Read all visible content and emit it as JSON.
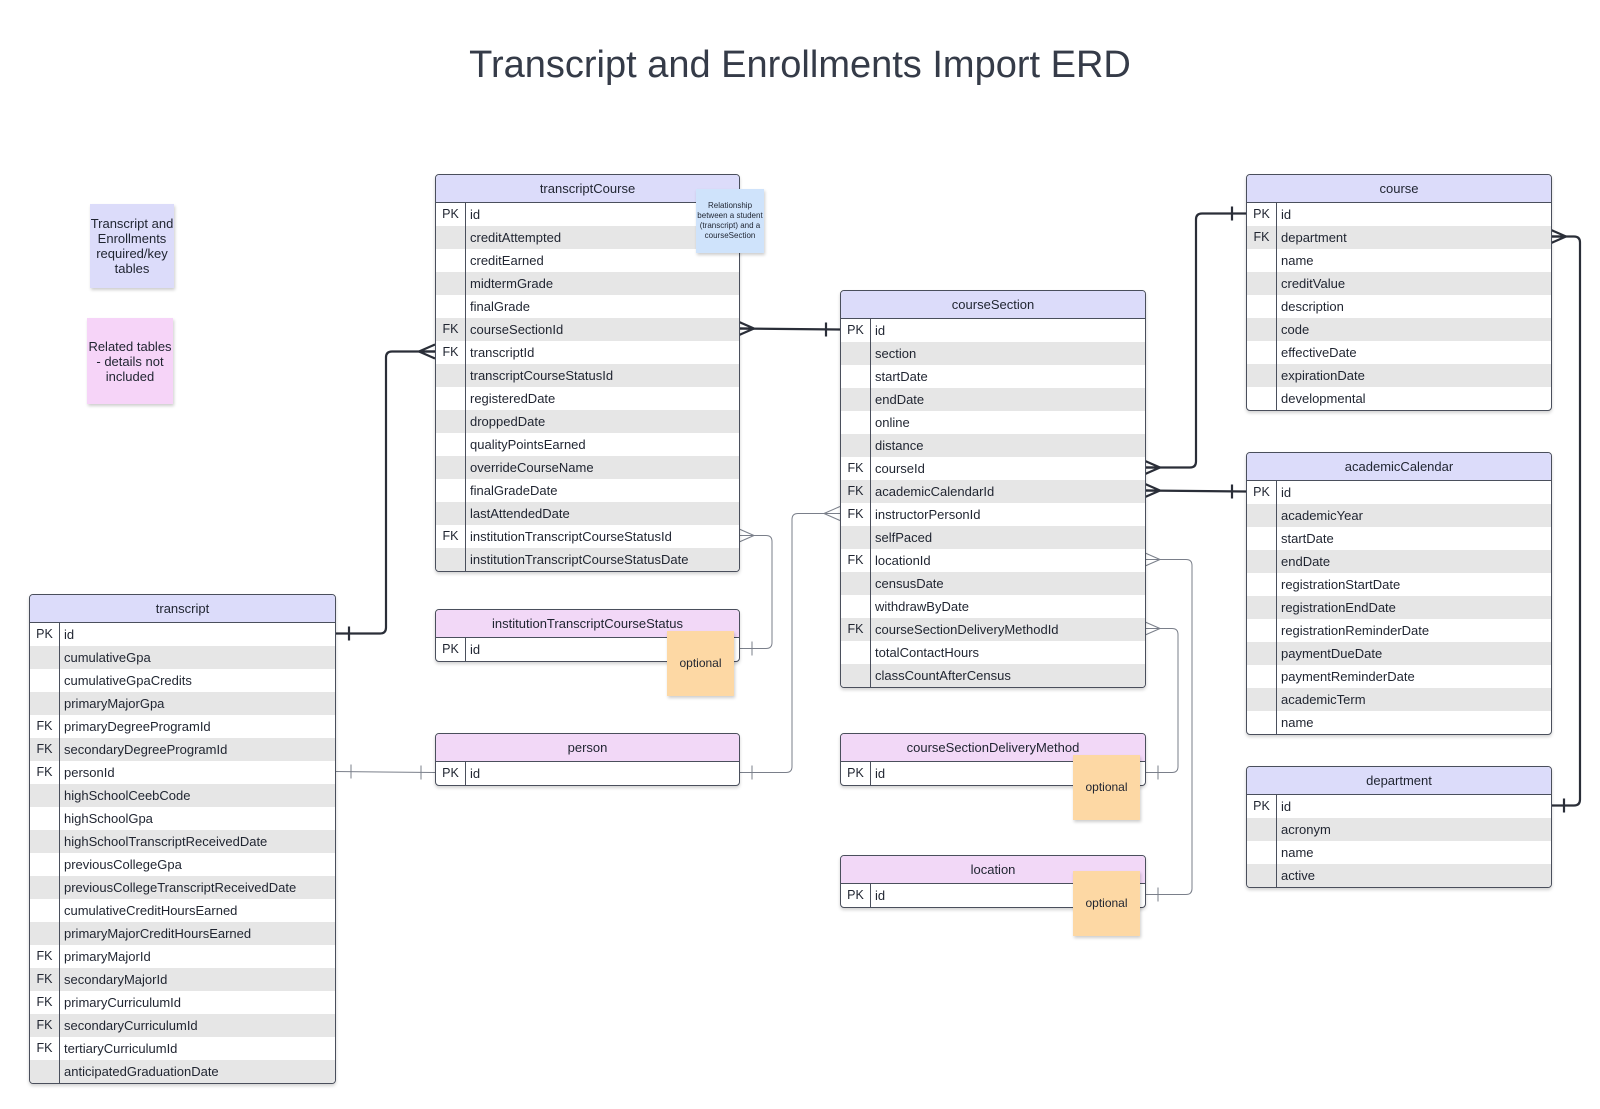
{
  "title": "Transcript and Enrollments Import ERD",
  "colors": {
    "key_header": "#dcdcfa",
    "related_header": "#f2d8f7",
    "optional_note": "#fdd8a4",
    "line": "#2a2e38"
  },
  "legend": {
    "key": "Transcript and Enrollments required/key tables",
    "related": "Related tables - details not included"
  },
  "notes": {
    "relationship": "Relationship between a student (transcript) and a courseSection",
    "optional": "optional"
  },
  "entities": [
    {
      "id": "transcriptCourse",
      "name": "transcriptCourse",
      "kind": "key",
      "fields": [
        {
          "k": "PK",
          "n": "id"
        },
        {
          "k": "",
          "n": "creditAttempted"
        },
        {
          "k": "",
          "n": "creditEarned"
        },
        {
          "k": "",
          "n": "midtermGrade"
        },
        {
          "k": "",
          "n": "finalGrade"
        },
        {
          "k": "FK",
          "n": "courseSectionId"
        },
        {
          "k": "FK",
          "n": "transcriptId"
        },
        {
          "k": "",
          "n": "transcriptCourseStatusId"
        },
        {
          "k": "",
          "n": "registeredDate"
        },
        {
          "k": "",
          "n": "droppedDate"
        },
        {
          "k": "",
          "n": "qualityPointsEarned"
        },
        {
          "k": "",
          "n": "overrideCourseName"
        },
        {
          "k": "",
          "n": "finalGradeDate"
        },
        {
          "k": "",
          "n": "lastAttendedDate"
        },
        {
          "k": "FK",
          "n": "institutionTranscriptCourseStatusId"
        },
        {
          "k": "",
          "n": "institutionTranscriptCourseStatusDate"
        }
      ]
    },
    {
      "id": "courseSection",
      "name": "courseSection",
      "kind": "key",
      "fields": [
        {
          "k": "PK",
          "n": "id"
        },
        {
          "k": "",
          "n": "section"
        },
        {
          "k": "",
          "n": "startDate"
        },
        {
          "k": "",
          "n": "endDate"
        },
        {
          "k": "",
          "n": "online"
        },
        {
          "k": "",
          "n": "distance"
        },
        {
          "k": "FK",
          "n": "courseId"
        },
        {
          "k": "FK",
          "n": "academicCalendarId"
        },
        {
          "k": "FK",
          "n": "instructorPersonId"
        },
        {
          "k": "",
          "n": "selfPaced"
        },
        {
          "k": "FK",
          "n": "locationId"
        },
        {
          "k": "",
          "n": "censusDate"
        },
        {
          "k": "",
          "n": "withdrawByDate"
        },
        {
          "k": "FK",
          "n": "courseSectionDeliveryMethodId"
        },
        {
          "k": "",
          "n": "totalContactHours"
        },
        {
          "k": "",
          "n": "classCountAfterCensus"
        }
      ]
    },
    {
      "id": "course",
      "name": "course",
      "kind": "key",
      "fields": [
        {
          "k": "PK",
          "n": "id"
        },
        {
          "k": "FK",
          "n": "department"
        },
        {
          "k": "",
          "n": "name"
        },
        {
          "k": "",
          "n": "creditValue"
        },
        {
          "k": "",
          "n": "description"
        },
        {
          "k": "",
          "n": "code"
        },
        {
          "k": "",
          "n": "effectiveDate"
        },
        {
          "k": "",
          "n": "expirationDate"
        },
        {
          "k": "",
          "n": "developmental"
        }
      ]
    },
    {
      "id": "academicCalendar",
      "name": "academicCalendar",
      "kind": "key",
      "fields": [
        {
          "k": "PK",
          "n": "id"
        },
        {
          "k": "",
          "n": "academicYear"
        },
        {
          "k": "",
          "n": "startDate"
        },
        {
          "k": "",
          "n": "endDate"
        },
        {
          "k": "",
          "n": "registrationStartDate"
        },
        {
          "k": "",
          "n": "registrationEndDate"
        },
        {
          "k": "",
          "n": "registrationReminderDate"
        },
        {
          "k": "",
          "n": "paymentDueDate"
        },
        {
          "k": "",
          "n": "paymentReminderDate"
        },
        {
          "k": "",
          "n": "academicTerm"
        },
        {
          "k": "",
          "n": "name"
        }
      ]
    },
    {
      "id": "department",
      "name": "department",
      "kind": "key",
      "fields": [
        {
          "k": "PK",
          "n": "id"
        },
        {
          "k": "",
          "n": "acronym"
        },
        {
          "k": "",
          "n": "name"
        },
        {
          "k": "",
          "n": "active"
        }
      ]
    },
    {
      "id": "transcript",
      "name": "transcript",
      "kind": "key",
      "fields": [
        {
          "k": "PK",
          "n": "id"
        },
        {
          "k": "",
          "n": "cumulativeGpa"
        },
        {
          "k": "",
          "n": "cumulativeGpaCredits"
        },
        {
          "k": "",
          "n": "primaryMajorGpa"
        },
        {
          "k": "FK",
          "n": "primaryDegreeProgramId"
        },
        {
          "k": "FK",
          "n": "secondaryDegreeProgramId"
        },
        {
          "k": "FK",
          "n": "personId"
        },
        {
          "k": "",
          "n": "highSchoolCeebCode"
        },
        {
          "k": "",
          "n": "highSchoolGpa"
        },
        {
          "k": "",
          "n": "highSchoolTranscriptReceivedDate"
        },
        {
          "k": "",
          "n": "previousCollegeGpa"
        },
        {
          "k": "",
          "n": "previousCollegeTranscriptReceivedDate"
        },
        {
          "k": "",
          "n": "cumulativeCreditHoursEarned"
        },
        {
          "k": "",
          "n": "primaryMajorCreditHoursEarned"
        },
        {
          "k": "FK",
          "n": "primaryMajorId"
        },
        {
          "k": "FK",
          "n": "secondaryMajorId"
        },
        {
          "k": "FK",
          "n": "primaryCurriculumId"
        },
        {
          "k": "FK",
          "n": "secondaryCurriculumId"
        },
        {
          "k": "FK",
          "n": "tertiaryCurriculumId"
        },
        {
          "k": "",
          "n": "anticipatedGraduationDate"
        }
      ]
    },
    {
      "id": "institutionTranscriptCourseStatus",
      "name": "institutionTranscriptCourseStatus",
      "kind": "related",
      "fields": [
        {
          "k": "PK",
          "n": "id"
        }
      ]
    },
    {
      "id": "person",
      "name": "person",
      "kind": "related",
      "fields": [
        {
          "k": "PK",
          "n": "id"
        }
      ]
    },
    {
      "id": "courseSectionDeliveryMethod",
      "name": "courseSectionDeliveryMethod",
      "kind": "related",
      "fields": [
        {
          "k": "PK",
          "n": "id"
        }
      ]
    },
    {
      "id": "location",
      "name": "location",
      "kind": "related",
      "fields": [
        {
          "k": "PK",
          "n": "id"
        }
      ]
    }
  ]
}
